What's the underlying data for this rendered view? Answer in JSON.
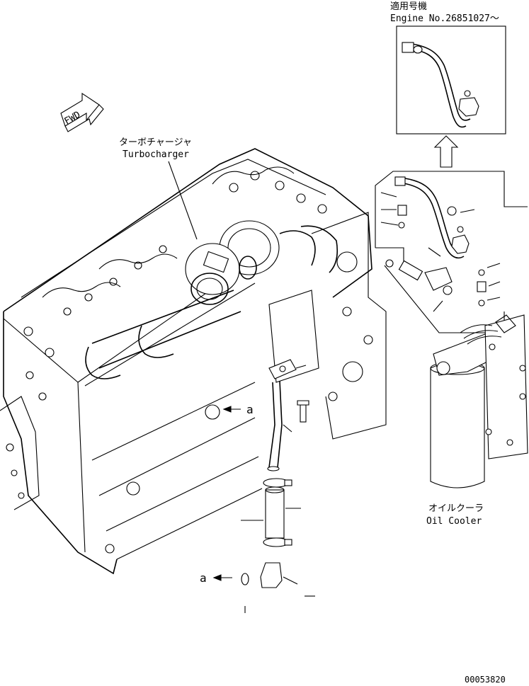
{
  "labels": {
    "applicable_jp": "適用号機",
    "engine_no": "Engine No.26851027〜",
    "turbo_jp": "ターボチャージャ",
    "turbo_en": "Turbocharger",
    "oil_cooler_jp": "オイルクーラ",
    "oil_cooler_en": "Oil Cooler",
    "fwd": "FWD",
    "ref_a_top": "a",
    "ref_a_bottom": "a",
    "drawing_no": "00053820"
  }
}
